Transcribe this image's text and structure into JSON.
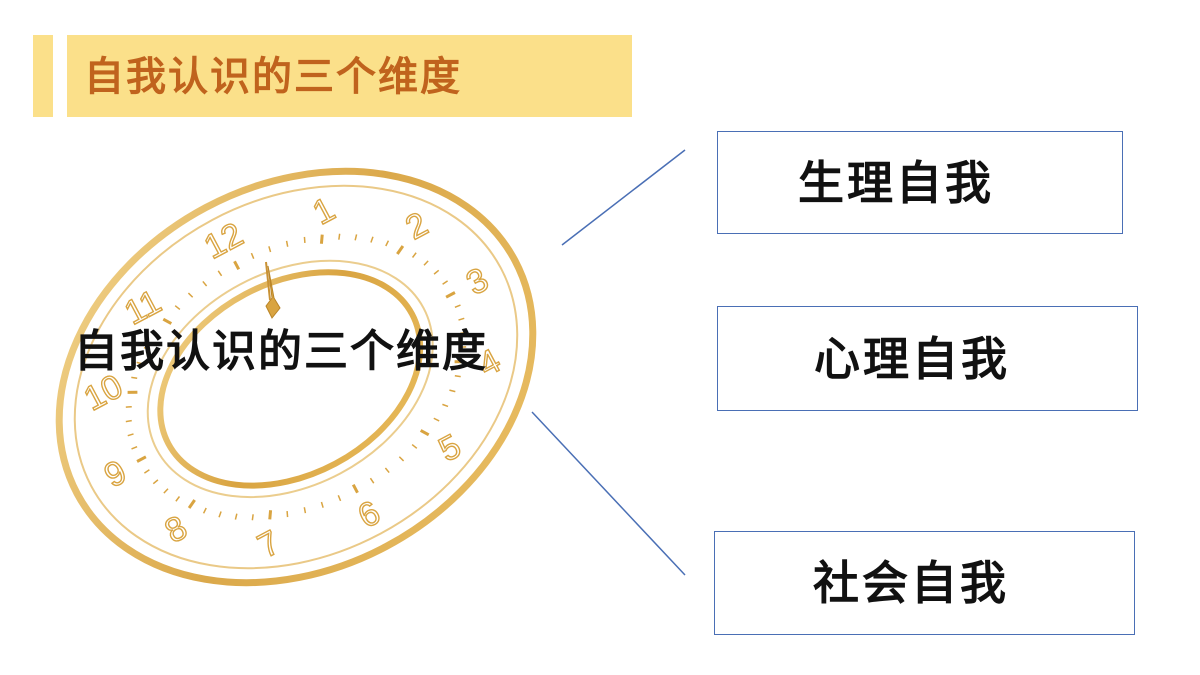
{
  "slide": {
    "header_title": "自我认识的三个维度",
    "center_title": "自我认识的三个维度",
    "dimensions": [
      {
        "label": "生理自我"
      },
      {
        "label": "心理自我"
      },
      {
        "label": "社会自我"
      }
    ]
  },
  "clock": {
    "numerals": [
      "1",
      "2",
      "3",
      "4",
      "5",
      "6",
      "7",
      "8",
      "9",
      "10",
      "11",
      "12"
    ],
    "hand_hour_value": 11,
    "hand_minute_value": 58
  },
  "colors": {
    "header_bg": "#fbe08a",
    "header_text": "#c0631d",
    "gold": "#d9a441",
    "gold_light": "#f0cf85",
    "text_dark": "#111111",
    "box_border": "#4a6fb5",
    "connector": "#4a6fb5"
  },
  "icons": {
    "clock": "clock-face-illustration"
  }
}
